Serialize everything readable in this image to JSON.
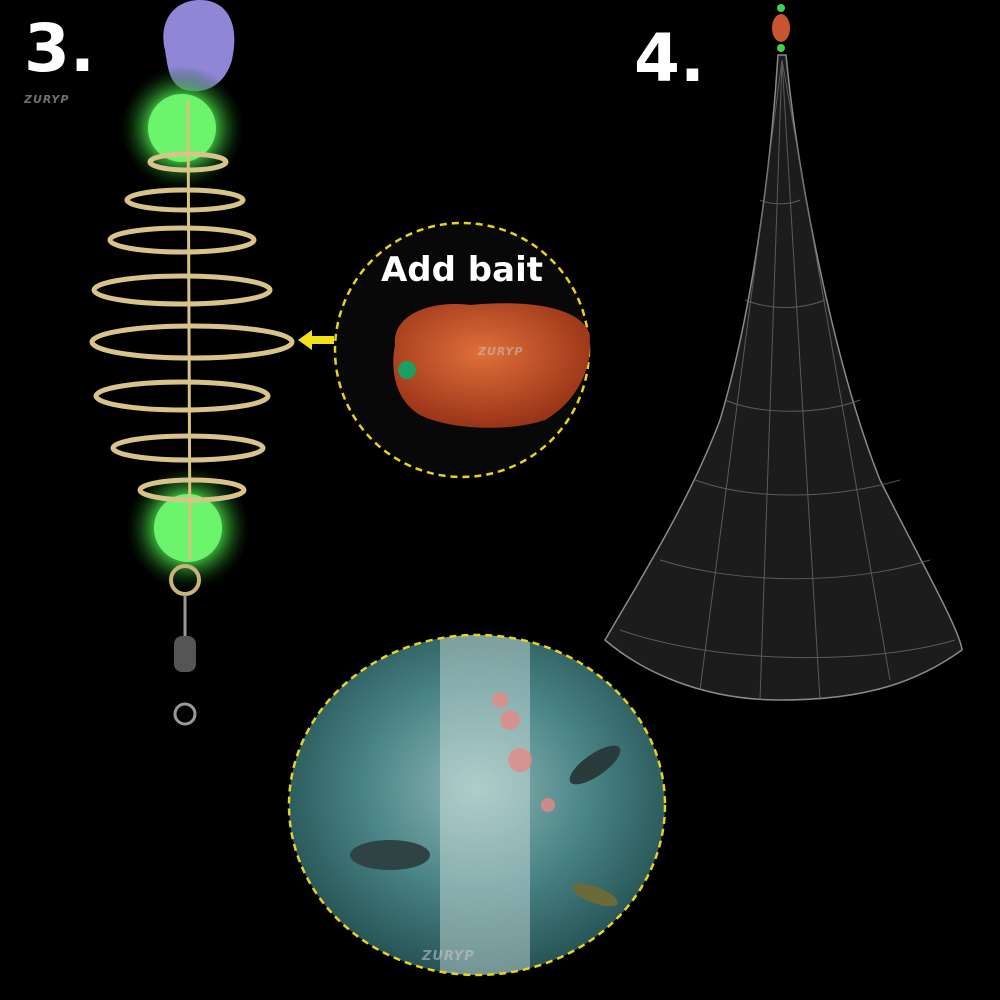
{
  "steps": {
    "step3": "3.",
    "step4": "4."
  },
  "bait_callout": {
    "title": "Add bait"
  },
  "watermark": "ZURYP",
  "colors": {
    "background": "#000000",
    "bead_green": "#5cff5c",
    "dashed_border": "#e8d21e",
    "arrow": "#f2e21a",
    "bait": "#c8502a",
    "water": "#3f7a7c"
  }
}
